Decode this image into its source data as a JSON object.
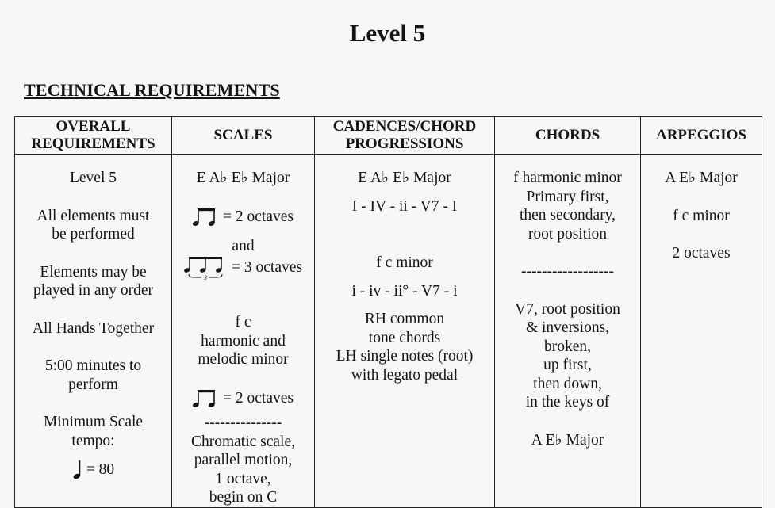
{
  "page_title": "Level 5",
  "section_heading": "TECHNICAL REQUIREMENTS",
  "columns": {
    "overall": "OVERALL REQUIREMENTS",
    "scales": "SCALES",
    "cadences": "CADENCES/CHORD PROGRESSIONS",
    "chords": "CHORDS",
    "arpeggios": "ARPEGGIOS"
  },
  "overall": {
    "level": "Level 5",
    "elements_line1": "All elements must",
    "elements_line2": "be performed",
    "order_line1": "Elements may be",
    "order_line2": "played in any order",
    "hands": "All Hands Together",
    "time_line1": "5:00 minutes to",
    "time_line2": "perform",
    "tempo_line1": "Minimum Scale",
    "tempo_line2": "tempo:",
    "tempo_value": "= 80"
  },
  "scales": {
    "major_keys": "E A♭ E♭ Major",
    "eighths": "= 2 octaves",
    "and": "and",
    "triplet": "= 3 octaves",
    "minor_keys": "f c",
    "minor_line1": "harmonic and",
    "minor_line2": "melodic minor",
    "minor_eighths": "= 2 octaves",
    "divider": "---------------",
    "chromatic_line1": "Chromatic scale,",
    "chromatic_line2": "parallel motion,",
    "chromatic_line3": "1 octave,",
    "chromatic_line4": "begin on C"
  },
  "cadences": {
    "major_keys": "E A♭ E♭ Major",
    "major_progression": "I - IV - ii - V7 - I",
    "minor_keys": "f c minor",
    "minor_progression": "i - iv - ii° - V7 - i",
    "rh_line1": "RH common",
    "rh_line2": "tone chords",
    "lh_line1": "LH single notes (root)",
    "lh_line2": "with legato pedal"
  },
  "chords": {
    "line1": "f harmonic minor",
    "line2": "Primary first,",
    "line3": "then secondary,",
    "line4": "root position",
    "divider": "------------------",
    "v7_line1": "V7, root position",
    "v7_line2": "& inversions,",
    "v7_line3": "broken,",
    "v7_line4": "up first,",
    "v7_line5": "then down,",
    "v7_line6": "in the keys of",
    "keys": "A E♭ Major"
  },
  "arpeggios": {
    "major_keys": "A E♭ Major",
    "minor_keys": "f c minor",
    "octaves": "2 octaves"
  },
  "icons": {
    "eighth_pair": "beamed-eighth-notes-icon",
    "triplet": "eighth-note-triplet-icon",
    "quarter": "quarter-note-icon"
  }
}
